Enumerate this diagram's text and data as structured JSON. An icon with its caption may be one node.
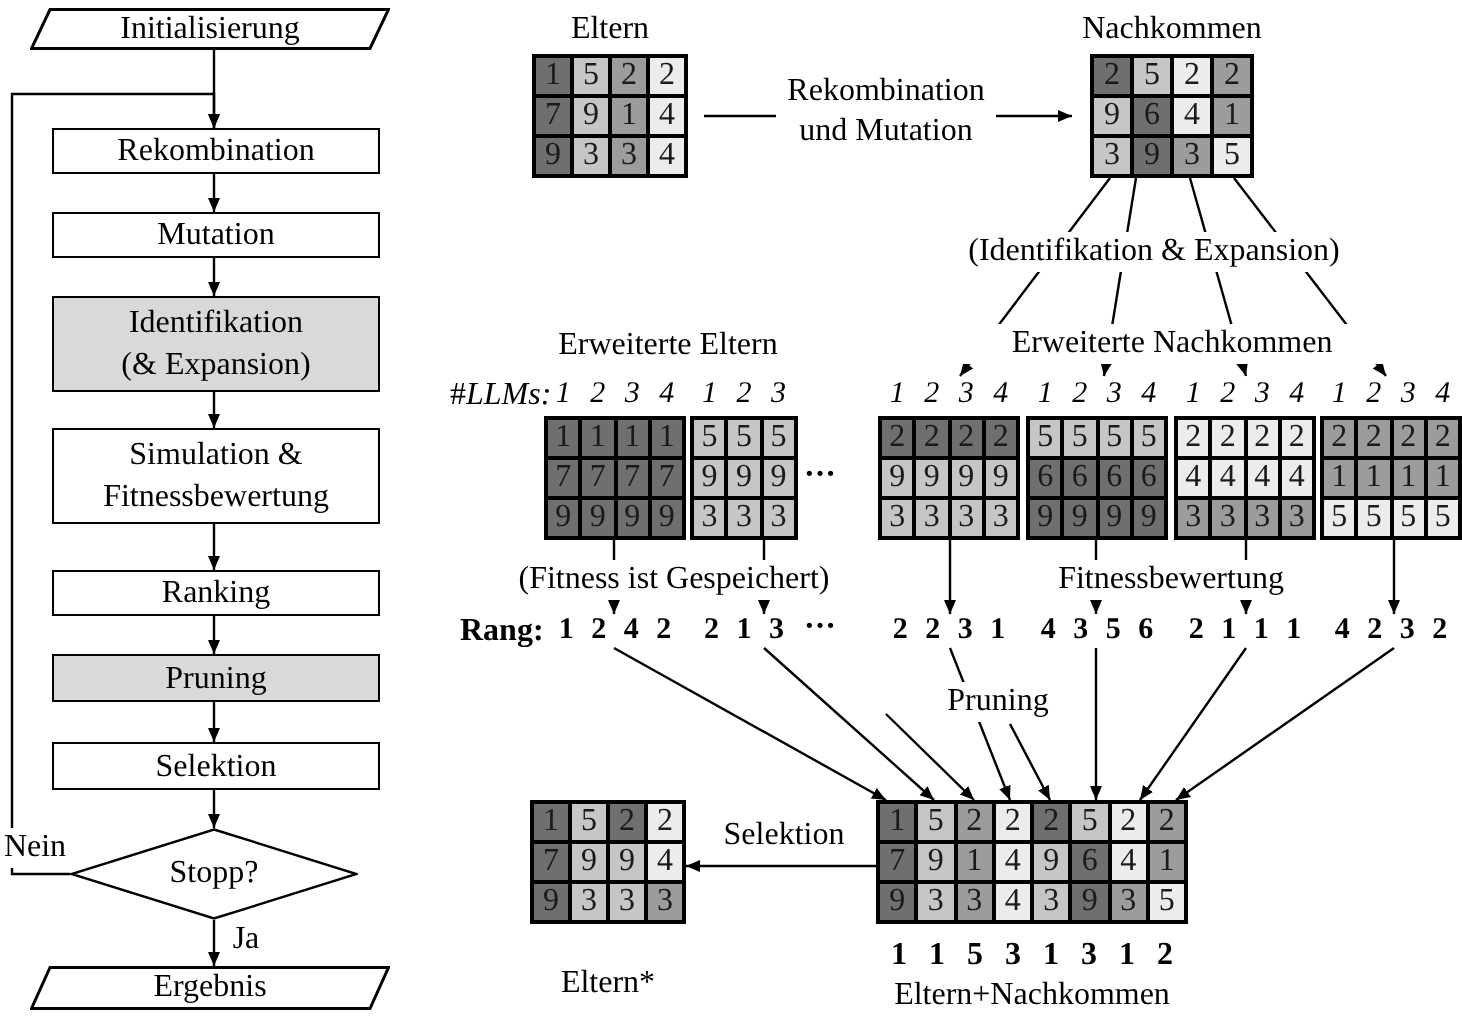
{
  "diagram": {
    "nodes": [
      {
        "text": [
          "Initialisierung"
        ]
      },
      {
        "text": [
          "Rekombination"
        ]
      },
      {
        "text": [
          "Mutation"
        ]
      },
      {
        "text": [
          "Identifikation (& Expansion)"
        ]
      },
      {
        "text": [
          "Simulation & Fitnessbewertung"
        ]
      },
      {
        "text": [
          "Ranking"
        ]
      },
      {
        "text": [
          "Pruning"
        ]
      },
      {
        "text": [
          "Selektion"
        ]
      },
      {
        "text": [
          "Stopp?"
        ]
      },
      {
        "text": [
          "Ergebnis"
        ]
      },
      {
        "text": [
          "Eltern",
          "1",
          "5",
          "2",
          "2",
          "7",
          "9",
          "1",
          "4",
          "9",
          "3",
          "3",
          "4"
        ]
      },
      {
        "text": [
          "Nachkommen",
          "2",
          "5",
          "2",
          "2",
          "9",
          "6",
          "4",
          "1",
          "3",
          "9",
          "3",
          "5"
        ]
      },
      {
        "text": [
          "1",
          "2",
          "3",
          "4",
          "1",
          "1",
          "1",
          "1",
          "7",
          "7",
          "7",
          "7",
          "9",
          "9",
          "9",
          "9"
        ]
      },
      {
        "text": [
          "1",
          "2",
          "3",
          "5",
          "5",
          "5",
          "9",
          "9",
          "9",
          "3",
          "3",
          "3"
        ]
      },
      {
        "text": [
          "1",
          "2",
          "3",
          "4",
          "2",
          "2",
          "2",
          "2",
          "9",
          "9",
          "9",
          "9",
          "3",
          "3",
          "3",
          "3"
        ]
      },
      {
        "text": [
          "1",
          "2",
          "3",
          "4",
          "5",
          "5",
          "5",
          "5",
          "6",
          "6",
          "6",
          "6",
          "9",
          "9",
          "9",
          "9"
        ]
      },
      {
        "text": [
          "1",
          "2",
          "3",
          "4",
          "2",
          "2",
          "2",
          "2",
          "4",
          "4",
          "4",
          "4",
          "3",
          "3",
          "3",
          "3"
        ]
      },
      {
        "text": [
          "1",
          "2",
          "3",
          "4",
          "2",
          "2",
          "2",
          "2",
          "1",
          "1",
          "1",
          "1",
          "5",
          "5",
          "5",
          "5"
        ]
      },
      {
        "text": [
          "1 2 4 2"
        ]
      },
      {
        "text": [
          "2 1 3"
        ]
      },
      {
        "text": [
          "2 2 3 1"
        ]
      },
      {
        "text": [
          "4 3 5 6"
        ]
      },
      {
        "text": [
          "2 1 1 1"
        ]
      },
      {
        "text": [
          "4 2 3 2"
        ]
      },
      {
        "text": [
          "1",
          "5",
          "2",
          "2",
          "2",
          "5",
          "2",
          "2",
          "7",
          "9",
          "1",
          "4",
          "9",
          "6",
          "4",
          "1",
          "9",
          "3",
          "3",
          "4",
          "3",
          "9",
          "3",
          "5"
        ],
        "beside": [
          "1 1 5 3 1 3 1 2",
          "Eltern+Nachkommen"
        ]
      },
      {
        "text": [
          "1",
          "5",
          "2",
          "2",
          "7",
          "9",
          "9",
          "4",
          "9",
          "3",
          "3",
          "3"
        ],
        "beside": [
          "Eltern*"
        ]
      }
    ],
    "edges": [
      {
        "from": 0,
        "to": 1,
        "arrow": "to"
      },
      {
        "from": 1,
        "to": 2,
        "arrow": "to"
      },
      {
        "from": 2,
        "to": 3,
        "arrow": "to"
      },
      {
        "from": 3,
        "to": 4,
        "arrow": "to"
      },
      {
        "from": 4,
        "to": 5,
        "arrow": "to"
      },
      {
        "from": 5,
        "to": 6,
        "arrow": "to"
      },
      {
        "from": 6,
        "to": 7,
        "arrow": "to"
      },
      {
        "from": 7,
        "to": 8,
        "arrow": "to"
      },
      {
        "from": 8,
        "to": 9,
        "arrow": "to",
        "label": "Ja"
      },
      {
        "from": 8,
        "to": 1,
        "arrow": "to",
        "label": "Nein"
      },
      {
        "from": 10,
        "to": 11,
        "arrow": "to",
        "label": "Rekombination und Mutation"
      },
      {
        "from": 11,
        "to": 14,
        "arrow": "to"
      },
      {
        "from": 11,
        "to": 15,
        "arrow": "to"
      },
      {
        "from": 11,
        "to": 16,
        "arrow": "to"
      },
      {
        "from": 11,
        "to": 17,
        "arrow": "to"
      },
      {
        "from": 12,
        "to": 18,
        "arrow": "to"
      },
      {
        "from": 13,
        "to": 19,
        "arrow": "to"
      },
      {
        "from": 14,
        "to": 20,
        "arrow": "to"
      },
      {
        "from": 15,
        "to": 21,
        "arrow": "to"
      },
      {
        "from": 16,
        "to": 22,
        "arrow": "to"
      },
      {
        "from": 17,
        "to": 23,
        "arrow": "to"
      },
      {
        "from": 18,
        "to": 24,
        "arrow": "to"
      },
      {
        "from": 19,
        "to": 24,
        "arrow": "to"
      },
      {
        "from": null,
        "to": 24,
        "arrow": "to"
      },
      {
        "from": 20,
        "to": 24,
        "arrow": "to",
        "label": "Pruning"
      },
      {
        "from": null,
        "to": 24,
        "arrow": "to"
      },
      {
        "from": 21,
        "to": 24,
        "arrow": "to"
      },
      {
        "from": 22,
        "to": 24,
        "arrow": "to"
      },
      {
        "from": 23,
        "to": 24,
        "arrow": "to"
      },
      {
        "from": 24,
        "to": 25,
        "arrow": "to",
        "label": "Selektion"
      }
    ],
    "labels": [
      "Erweiterte Eltern",
      "#*LLMs:*",
      "···",
      "(Identifikation & Expansion)",
      "Erweiterte Nachkommen",
      "(Fitness ist Gespeichert)",
      "Fitnessbewertung",
      "Rang:",
      "···"
    ]
  }
}
